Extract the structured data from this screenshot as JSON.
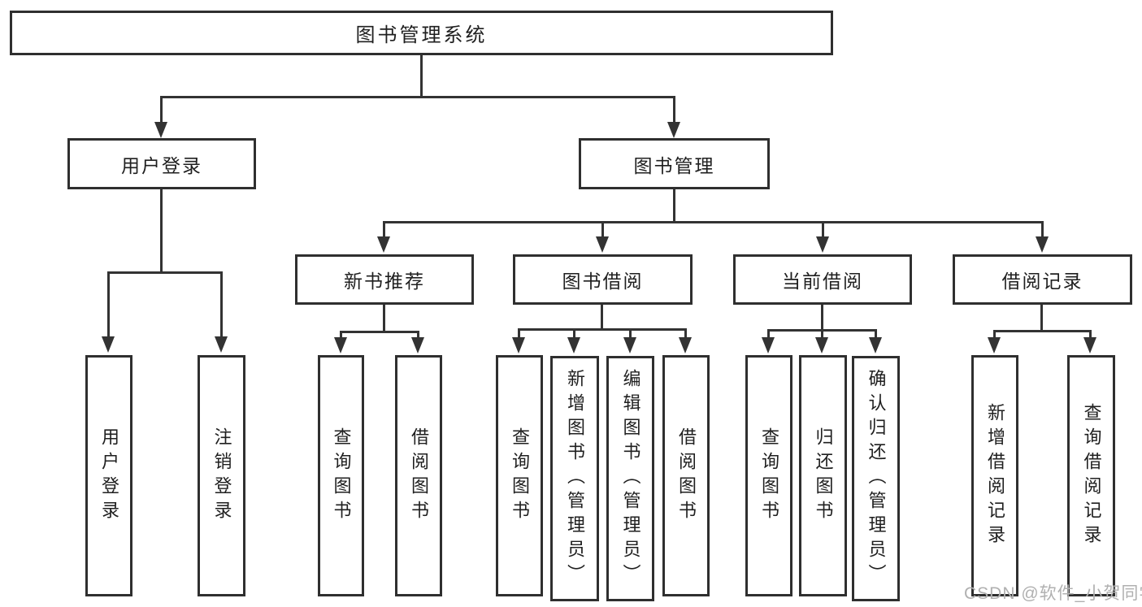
{
  "diagram": {
    "type": "tree",
    "root": {
      "label": "图书管理系统"
    },
    "level1": [
      {
        "label": "用户登录",
        "parent": "图书管理系统"
      },
      {
        "label": "图书管理",
        "parent": "图书管理系统"
      }
    ],
    "level2": [
      {
        "label": "新书推荐",
        "parent": "图书管理"
      },
      {
        "label": "图书借阅",
        "parent": "图书管理"
      },
      {
        "label": "当前借阅",
        "parent": "图书管理"
      },
      {
        "label": "借阅记录",
        "parent": "图书管理"
      }
    ],
    "leaves": [
      {
        "label": "用户登录",
        "parent": "用户登录"
      },
      {
        "label": "注销登录",
        "parent": "用户登录"
      },
      {
        "label": "查询图书",
        "parent": "新书推荐"
      },
      {
        "label": "借阅图书",
        "parent": "新书推荐"
      },
      {
        "label": "查询图书",
        "parent": "图书借阅"
      },
      {
        "label": "新增图书（管理员）",
        "parent": "图书借阅"
      },
      {
        "label": "编辑图书（管理员）",
        "parent": "图书借阅"
      },
      {
        "label": "借阅图书",
        "parent": "图书借阅"
      },
      {
        "label": "查询图书",
        "parent": "当前借阅"
      },
      {
        "label": "归还图书",
        "parent": "当前借阅"
      },
      {
        "label": "确认归还（管理员）",
        "parent": "当前借阅"
      },
      {
        "label": "新增借阅记录",
        "parent": "借阅记录"
      },
      {
        "label": "查询借阅记录",
        "parent": "借阅记录"
      }
    ],
    "watermark": "CSDN @软件_小贺同学",
    "colors": {
      "line": "#333333",
      "box_border": "#2f2f2f",
      "box_fill": "#ffffff",
      "text": "#1f1f1f",
      "watermark": "#b0b0b0",
      "background": "#ffffff"
    }
  }
}
